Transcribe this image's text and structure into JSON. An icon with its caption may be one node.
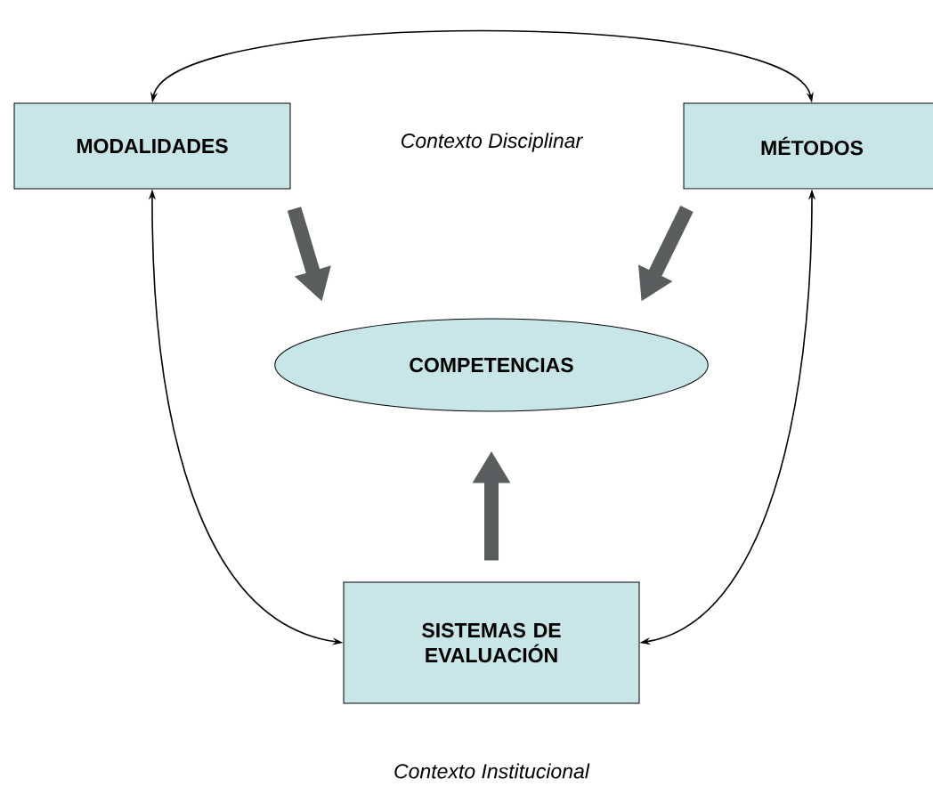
{
  "diagram": {
    "nodes": [
      {
        "text": [
          "MODALIDADES"
        ]
      },
      {
        "text": [
          "MÉTODOS"
        ]
      },
      {
        "text": [
          "COMPETENCIAS"
        ]
      },
      {
        "text": [
          "SISTEMAS DE EVALUACIÓN"
        ]
      }
    ],
    "edges": [
      {
        "from": 0,
        "to": 1,
        "arrow": "both"
      },
      {
        "from": 0,
        "to": 3,
        "arrow": "both"
      },
      {
        "from": 1,
        "to": 3,
        "arrow": "both"
      },
      {
        "from": 0,
        "to": 2,
        "arrow": "to",
        "style": "thick",
        "color": "#595d5e"
      },
      {
        "from": 1,
        "to": 2,
        "arrow": "to",
        "style": "thick",
        "color": "#595d5e"
      },
      {
        "from": 3,
        "to": 2,
        "arrow": "to",
        "style": "thick",
        "color": "#595d5e"
      }
    ],
    "labels": [
      "Contexto Disciplinar",
      "Contexto Institucional"
    ]
  }
}
